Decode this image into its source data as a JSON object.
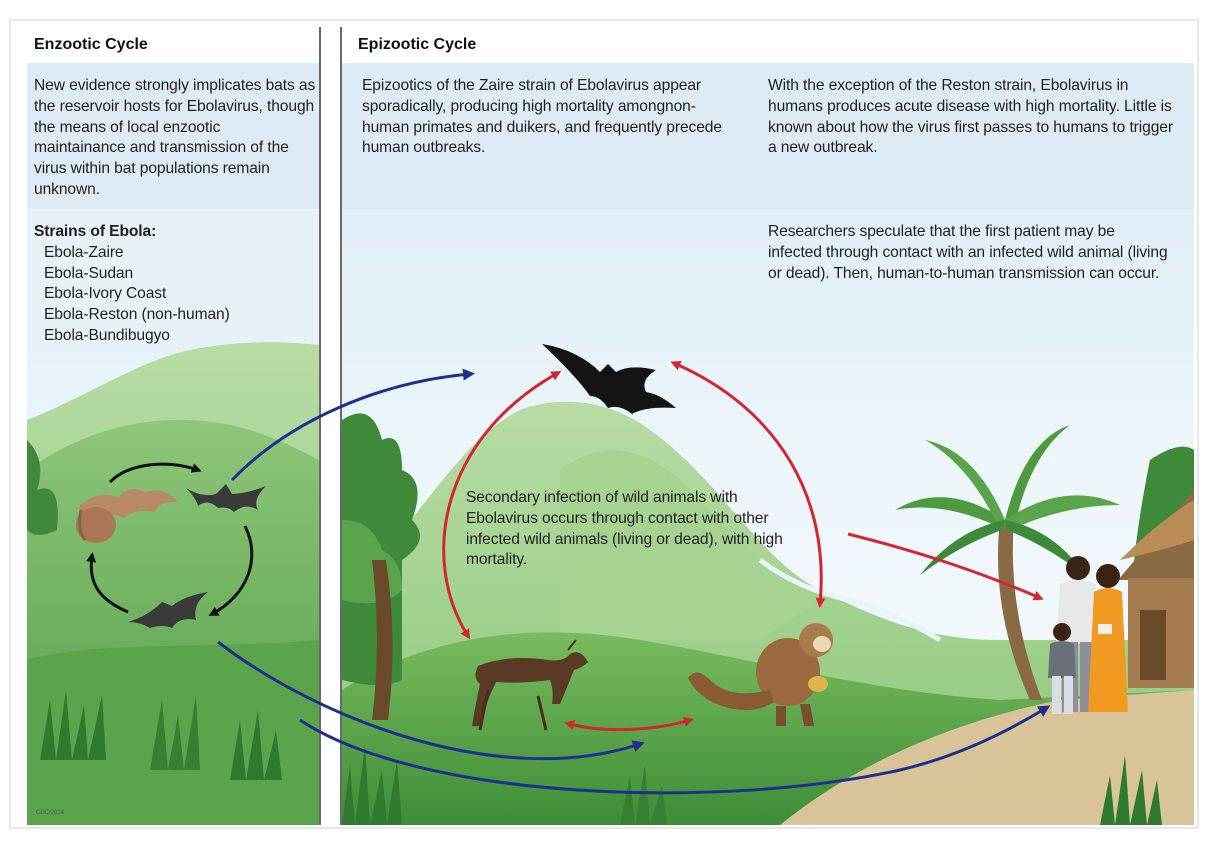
{
  "enzootic": {
    "title": "Enzootic Cycle",
    "description": "New evidence strongly implicates bats as the reservoir hosts for Ebolavirus, though the means of local enzootic maintainance and transmission of the virus within bat populations remain unknown.",
    "strains_title": "Strains of Ebola:",
    "strains": [
      "Ebola-Zaire",
      "Ebola-Sudan",
      "Ebola-Ivory Coast",
      "Ebola-Reston (non-human)",
      "Ebola-Bundibugyo"
    ]
  },
  "epizootic": {
    "title": "Epizootic Cycle",
    "animals_text": "Epizootics of the Zaire strain of Ebolavirus appear sporadically, producing high mortality amongnon-human primates and duikers, and frequently precede human outbreaks.",
    "humans_text": "With the exception of the Reston strain, Ebolavirus in humans produces acute disease with high mortality. Little is known about how the virus first passes to humans to trigger a new outbreak.",
    "researchers_text": "Researchers speculate that the first patient may be infected through contact with an infected wild animal (living or dead). Then, human-to-human transmission can occur.",
    "secondary_text": "Secondary infection of wild animals with Ebolavirus occurs through contact with other infected wild animals (living or dead), with high mortality."
  },
  "credit": "CDC/2014",
  "colors": {
    "sky_top": "#dfeef8",
    "sky_bottom": "#f4fafd",
    "hill_light": "#9fd08a",
    "hill_mid": "#6db15a",
    "hill_dark": "#3f8a3a",
    "red_arrow": "#d3262f",
    "blue_arrow": "#1f2f8f",
    "black_arrow": "#111111",
    "divider": "#555555"
  }
}
